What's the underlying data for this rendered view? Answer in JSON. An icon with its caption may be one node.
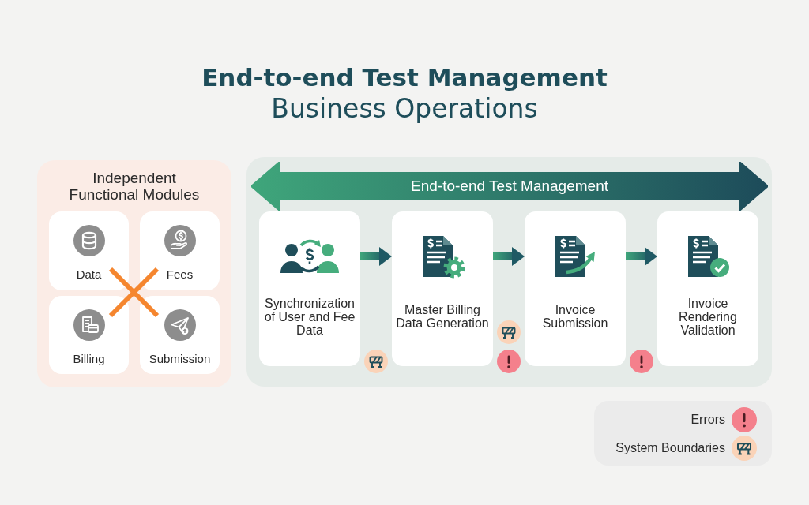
{
  "diagram": {
    "title": "**End-to-end Test Management** Business Operations",
    "nodes": [
      {
        "text": [
          "Independent Functional Modules"
        ]
      },
      {
        "text": [
          "Data"
        ],
        "in": 0
      },
      {
        "text": [
          "Fees"
        ],
        "in": 0
      },
      {
        "text": [
          "Billing"
        ],
        "in": 0
      },
      {
        "text": [
          "Submission"
        ],
        "in": 0
      },
      {
        "text": [],
        "shape": "box"
      },
      {
        "text": [
          "End-to-end Test Management"
        ],
        "in": 5
      },
      {
        "text": [
          "Synchronization of User and Fee Data"
        ],
        "in": 5
      },
      {
        "text": [
          "Master Billing Data Generation"
        ],
        "in": 5
      },
      {
        "text": [
          "Invoice Submission"
        ],
        "in": 5
      },
      {
        "text": [
          "Invoice Rendering Validation"
        ],
        "in": 5
      },
      {
        "text": [],
        "shape": "circle",
        "in": 5
      },
      {
        "text": [],
        "shape": "circle",
        "in": 5
      },
      {
        "text": [],
        "shape": "circle",
        "in": 5
      },
      {
        "text": [],
        "shape": "circle",
        "in": 5
      }
    ],
    "edges": [
      {
        "from": 7,
        "to": 8,
        "arrow": "to"
      },
      {
        "from": 8,
        "to": 9,
        "arrow": "to"
      },
      {
        "from": 9,
        "to": 10,
        "arrow": "to"
      }
    ],
    "legend": [
      {
        "text": "Errors",
        "color": "#f4808c"
      },
      {
        "text": "System Boundaries",
        "color": "#fad3b8"
      }
    ]
  }
}
